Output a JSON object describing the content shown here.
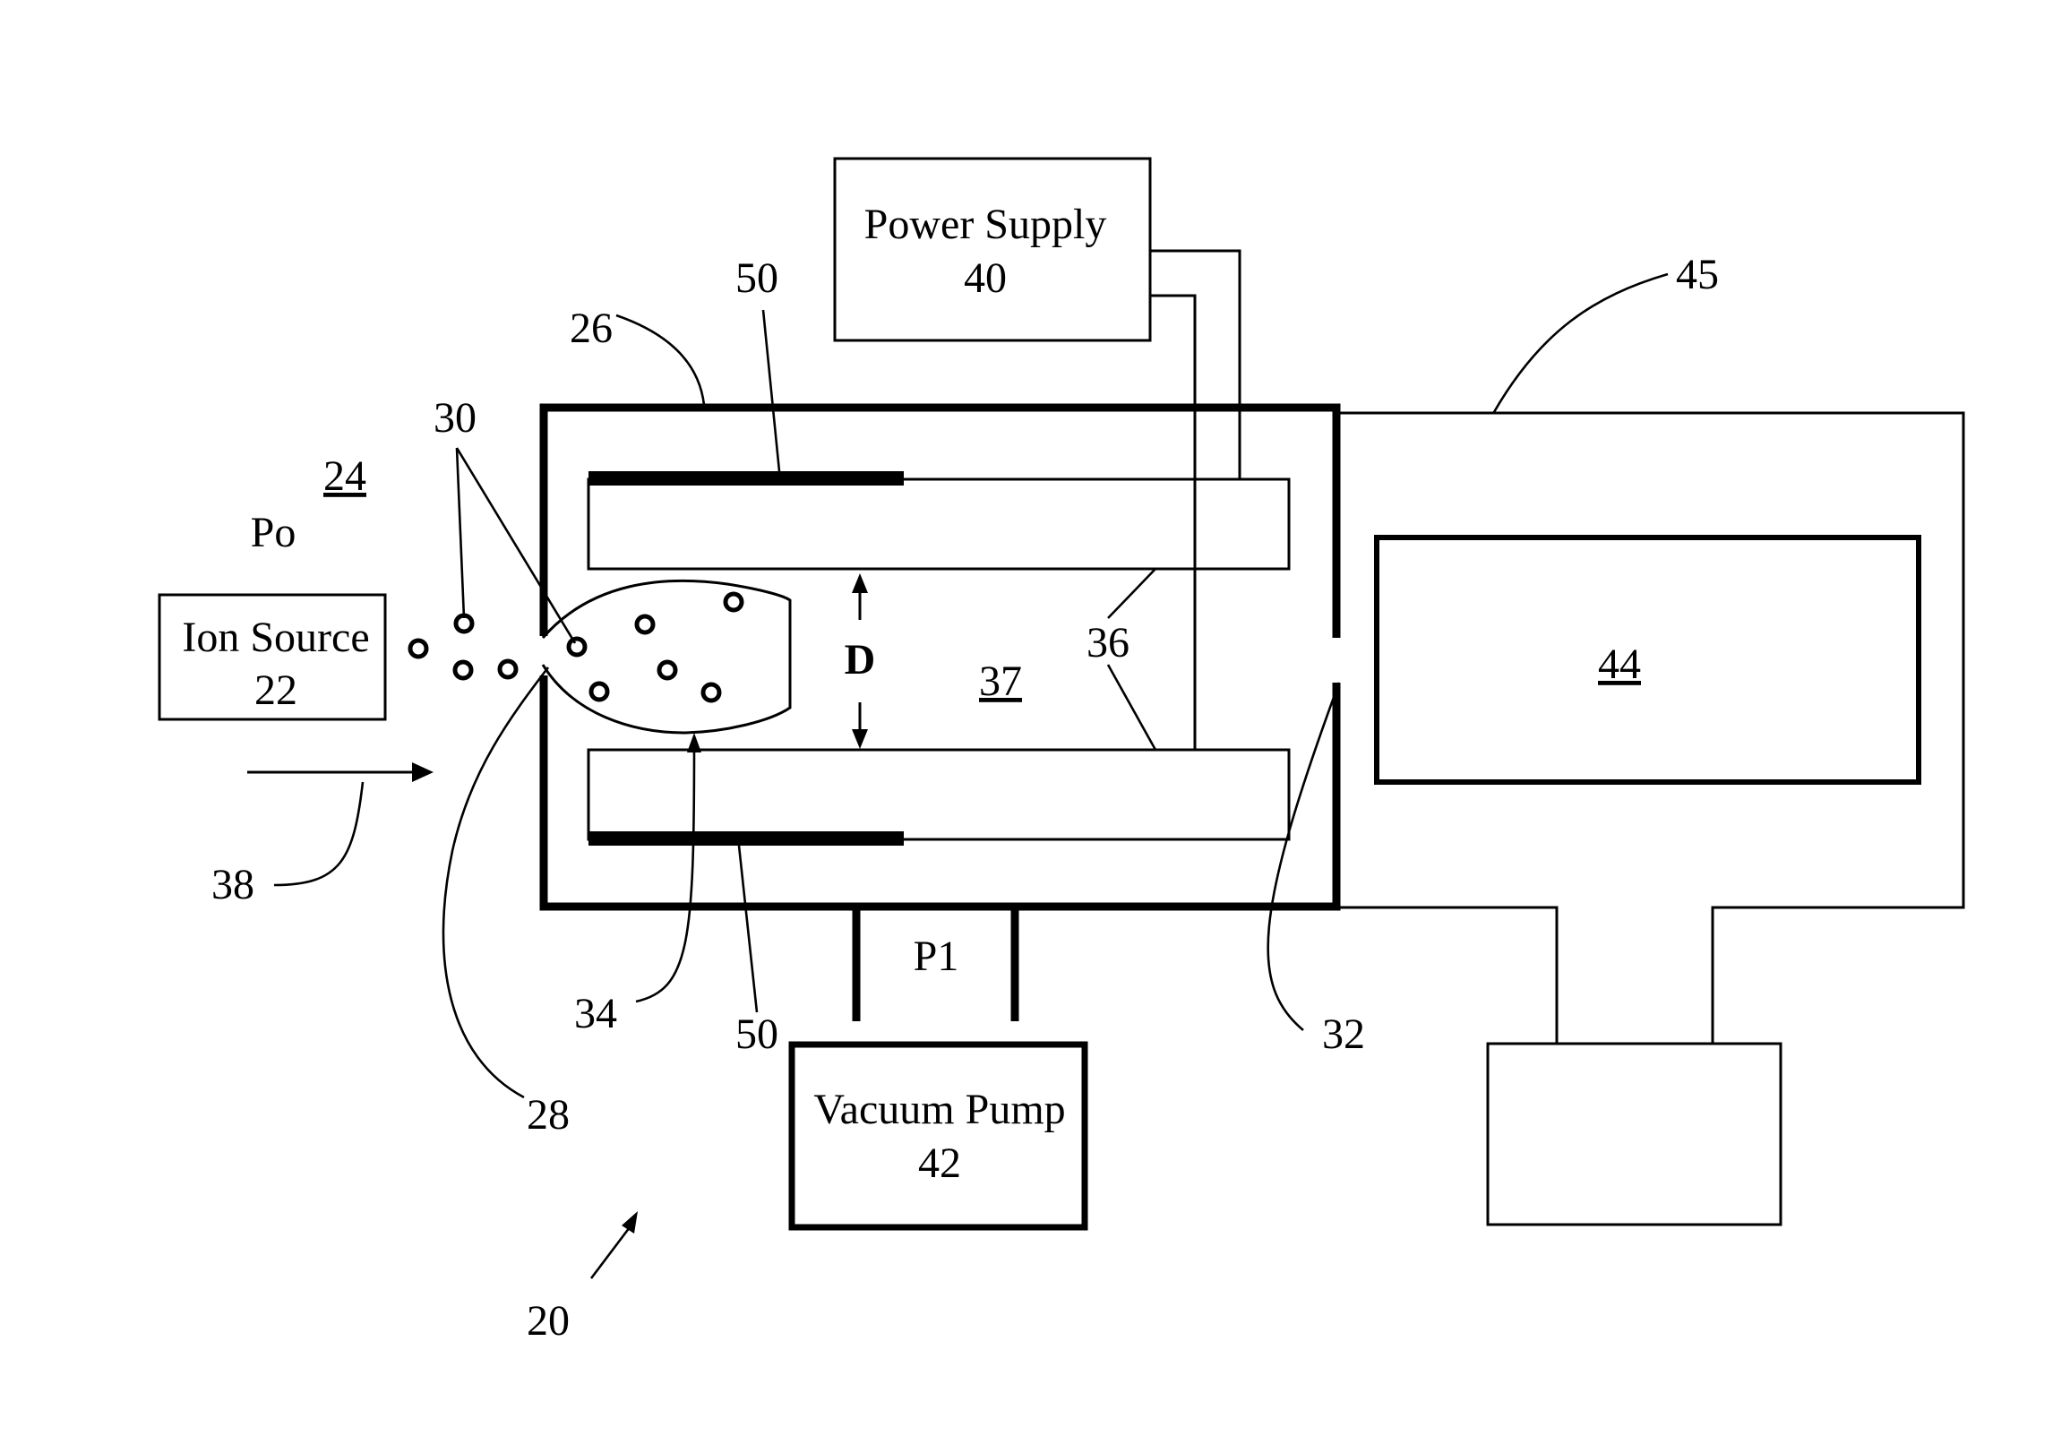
{
  "labels": {
    "power_supply_title": "Power Supply",
    "power_supply_ref": "40",
    "ion_source_title": "Ion Source",
    "ion_source_ref": "22",
    "vacuum_pump_title": "Vacuum Pump",
    "vacuum_pump_ref": "42",
    "detector_ref": "44",
    "ref_20": "20",
    "ref_24": "24",
    "ref_26": "26",
    "ref_28": "28",
    "ref_30": "30",
    "ref_32": "32",
    "ref_34": "34",
    "ref_36_upper": "36",
    "ref_36_lower": "36",
    "ref_37": "37",
    "ref_38": "38",
    "ref_45": "45",
    "ref_50_upper": "50",
    "ref_50_lower": "50",
    "pressure_outside": "Po",
    "pressure_chamber": "P1",
    "gap_label": "D"
  },
  "colors": {
    "line": "#000000",
    "background": "#ffffff"
  }
}
